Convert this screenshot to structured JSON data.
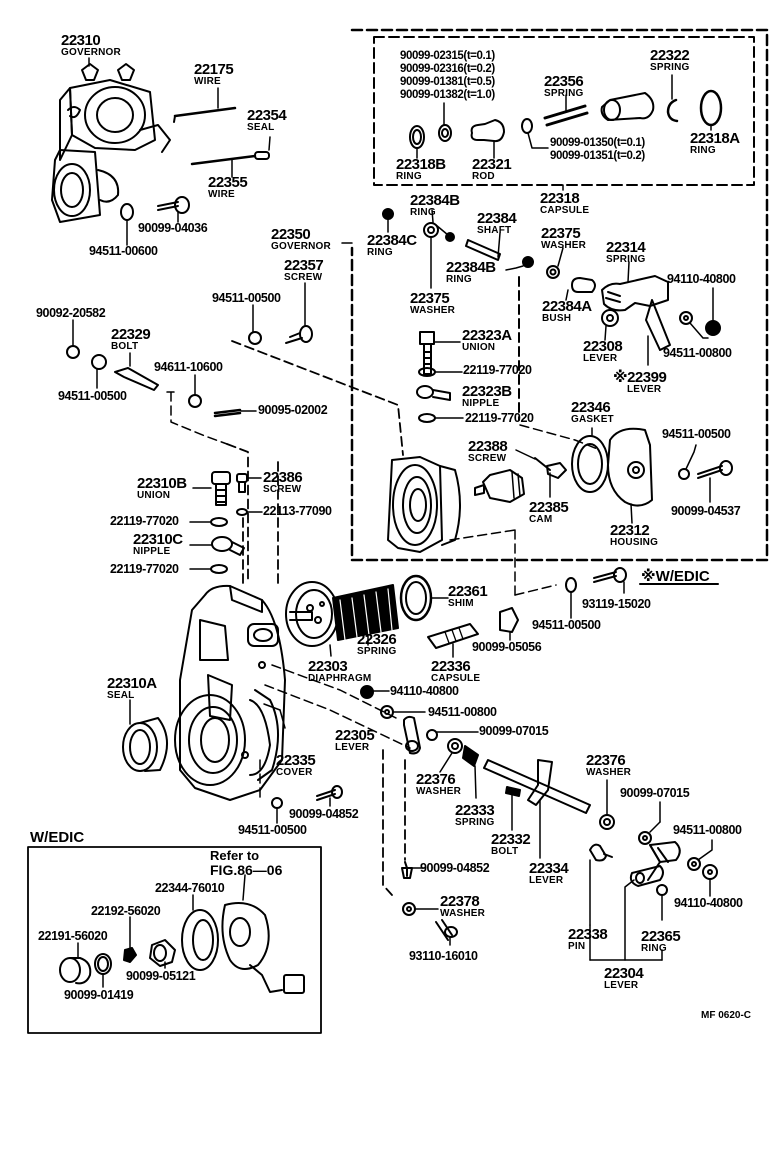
{
  "diagram": {
    "figure_code": "MF 0620-C",
    "wedic_note": "※W/EDIC",
    "wedic_box_title": "W/EDIC",
    "refer_to": "Refer to",
    "refer_fig": "FIG.86—06",
    "capsule_shims_top": [
      "90099-02315(t=0.1)",
      "90099-02316(t=0.2)",
      "90099-01381(t=0.5)",
      "90099-01382(t=1.0)"
    ],
    "capsule_shims_small": [
      "90099-01350(t=0.1)",
      "90099-01351(t=0.2)"
    ],
    "parts": {
      "p22310": {
        "num": "22310",
        "name": "GOVERNOR"
      },
      "p22175": {
        "num": "22175",
        "name": "WIRE"
      },
      "p22354": {
        "num": "22354",
        "name": "SEAL"
      },
      "p22355": {
        "num": "22355",
        "name": "WIRE"
      },
      "p22350": {
        "num": "22350",
        "name": "GOVERNOR"
      },
      "p22357": {
        "num": "22357",
        "name": "SCREW"
      },
      "p22329": {
        "num": "22329",
        "name": "BOLT"
      },
      "p22322": {
        "num": "22322",
        "name": "SPRING"
      },
      "p22356": {
        "num": "22356",
        "name": "SPRING"
      },
      "p22318A": {
        "num": "22318A",
        "name": "RING"
      },
      "p22318B": {
        "num": "22318B",
        "name": "RING"
      },
      "p22321": {
        "num": "22321",
        "name": "ROD"
      },
      "p22318": {
        "num": "22318",
        "name": "CAPSULE"
      },
      "p22384B_1": {
        "num": "22384B",
        "name": "RING"
      },
      "p22384": {
        "num": "22384",
        "name": "SHAFT"
      },
      "p22384C": {
        "num": "22384C",
        "name": "RING"
      },
      "p22384B_2": {
        "num": "22384B",
        "name": "RING"
      },
      "p22375_1": {
        "num": "22375",
        "name": "WASHER"
      },
      "p22375_2": {
        "num": "22375",
        "name": "WASHER"
      },
      "p22314": {
        "num": "22314",
        "name": "SPRING"
      },
      "p22384A": {
        "num": "22384A",
        "name": "BUSH"
      },
      "p22308": {
        "num": "22308",
        "name": "LEVER"
      },
      "p22399": {
        "num": "※22399",
        "name": "LEVER"
      },
      "p22323A": {
        "num": "22323A",
        "name": "UNION"
      },
      "p22323B": {
        "num": "22323B",
        "name": "NIPPLE"
      },
      "p22346": {
        "num": "22346",
        "name": "GASKET"
      },
      "p22388": {
        "num": "22388",
        "name": "SCREW"
      },
      "p22385": {
        "num": "22385",
        "name": "CAM"
      },
      "p22312": {
        "num": "22312",
        "name": "HOUSING"
      },
      "p22310B": {
        "num": "22310B",
        "name": "UNION"
      },
      "p22386": {
        "num": "22386",
        "name": "SCREW"
      },
      "p22310C": {
        "num": "22310C",
        "name": "NIPPLE"
      },
      "p22361": {
        "num": "22361",
        "name": "SHIM"
      },
      "p22326": {
        "num": "22326",
        "name": "SPRING"
      },
      "p22303": {
        "num": "22303",
        "name": "DIAPHRAGM"
      },
      "p22336": {
        "num": "22336",
        "name": "CAPSULE"
      },
      "p22310A": {
        "num": "22310A",
        "name": "SEAL"
      },
      "p22305": {
        "num": "22305",
        "name": "LEVER"
      },
      "p22335": {
        "num": "22335",
        "name": "COVER"
      },
      "p22376_1": {
        "num": "22376",
        "name": "WASHER"
      },
      "p22376_2": {
        "num": "22376",
        "name": "WASHER"
      },
      "p22333": {
        "num": "22333",
        "name": "SPRING"
      },
      "p22332": {
        "num": "22332",
        "name": "BOLT"
      },
      "p22334": {
        "num": "22334",
        "name": "LEVER"
      },
      "p22378": {
        "num": "22378",
        "name": "WASHER"
      },
      "p22338": {
        "num": "22338",
        "name": "PIN"
      },
      "p22365": {
        "num": "22365",
        "name": "RING"
      },
      "p22304": {
        "num": "22304",
        "name": "LEVER"
      }
    },
    "part_numbers": {
      "n90099_04036": "90099-04036",
      "n94511_00600": "94511-00600",
      "n94511_00500_a": "94511-00500",
      "n90092_20582": "90092-20582",
      "n94511_00500_b": "94511-00500",
      "n94611_10600": "94611-10600",
      "n90095_02002": "90095-02002",
      "n94110_40800_a": "94110-40800",
      "n94511_00800_a": "94511-00800",
      "n22119_77020_a": "22119-77020",
      "n22119_77020_b": "22119-77020",
      "n94511_00500_c": "94511-00500",
      "n90099_04537": "90099-04537",
      "n22113_77090": "22113-77090",
      "n22119_77020_c": "22119-77020",
      "n22119_77020_d": "22119-77020",
      "n93119_15020": "93119-15020",
      "n94511_00500_d": "94511-00500",
      "n90099_05056": "90099-05056",
      "n94110_40800_b": "94110-40800",
      "n94511_00800_b": "94511-00800",
      "n90099_07015_a": "90099-07015",
      "n90099_04852_a": "90099-04852",
      "n94511_00500_e": "94511-00500",
      "n90099_04852_b": "90099-04852",
      "n90099_07015_b": "90099-07015",
      "n94511_00800_c": "94511-00800",
      "n94110_40800_c": "94110-40800",
      "n93110_16010": "93110-16010",
      "n22344_76010": "22344-76010",
      "n22192_56020": "22192-56020",
      "n22191_56020": "22191-56020",
      "n90099_05121": "90099-05121",
      "n90099_01419": "90099-01419"
    }
  }
}
